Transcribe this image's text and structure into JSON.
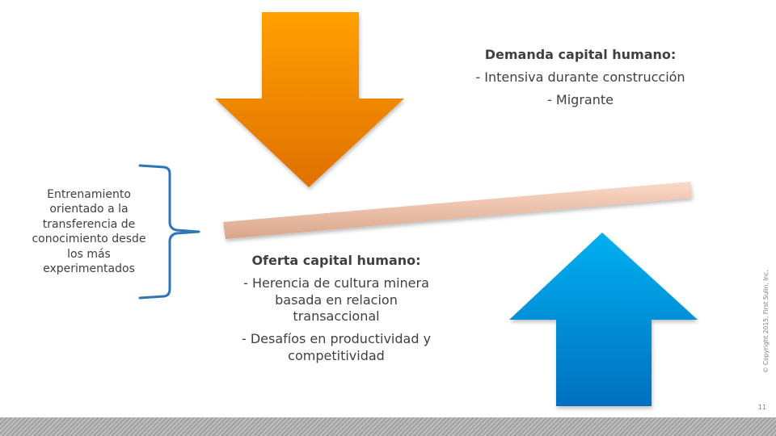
{
  "slide": {
    "demand": {
      "title": "Demanda capital humano:",
      "items": [
        "- Intensiva durante construcción",
        "- Migrante"
      ]
    },
    "supply": {
      "title": "Oferta capital humano:",
      "items": [
        "- Herencia de cultura minera basada en relacion transaccional",
        "- Desafíos en productividad y competitividad"
      ]
    },
    "side_note": "Entrenamiento orientado a la transferencia de conocimiento desde los más experimentados",
    "copyright": "© Copyright 2015, First Sulin, Inc.",
    "page_number": "11",
    "icons": {
      "demand_arrow": "down-arrow-icon",
      "supply_arrow": "up-arrow-icon",
      "brace": "curly-brace-icon"
    },
    "colors": {
      "demand_arrow_top": "#ffa000",
      "demand_arrow_bottom": "#e07000",
      "supply_arrow_top": "#00b0f0",
      "supply_arrow_bottom": "#0070c0",
      "lever_top": "#fbd9c8",
      "lever_bottom": "#d9a58a",
      "brace": "#2e75b6",
      "text": "#404040"
    }
  }
}
